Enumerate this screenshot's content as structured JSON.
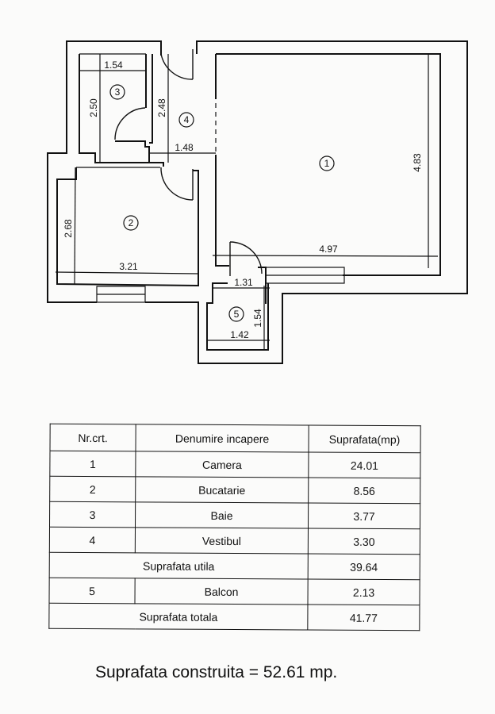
{
  "plan": {
    "rooms": [
      {
        "id": "1",
        "dims": [
          "4.83",
          "4.97"
        ]
      },
      {
        "id": "2",
        "dims": [
          "2.68",
          "3.21"
        ]
      },
      {
        "id": "3",
        "dims": [
          "2.50",
          "1.54"
        ]
      },
      {
        "id": "4",
        "dims": [
          "2.48",
          "1.48"
        ]
      },
      {
        "id": "5",
        "dims": [
          "1.54",
          "1.31",
          "1.42"
        ]
      }
    ]
  },
  "table": {
    "headers": [
      "Nr.crt.",
      "Denumire incapere",
      "Suprafata(mp)"
    ],
    "rows": [
      {
        "nr": "1",
        "name": "Camera",
        "area": "24.01"
      },
      {
        "nr": "2",
        "name": "Bucatarie",
        "area": "8.56"
      },
      {
        "nr": "3",
        "name": "Baie",
        "area": "3.77"
      },
      {
        "nr": "4",
        "name": "Vestibul",
        "area": "3.30"
      }
    ],
    "subtotal": {
      "label": "Suprafata utila",
      "area": "39.64"
    },
    "balcony": {
      "nr": "5",
      "name": "Balcon",
      "area": "2.13"
    },
    "total": {
      "label": "Suprafata totala",
      "area": "41.77"
    }
  },
  "footer": "Suprafata construita = 52.61 mp."
}
